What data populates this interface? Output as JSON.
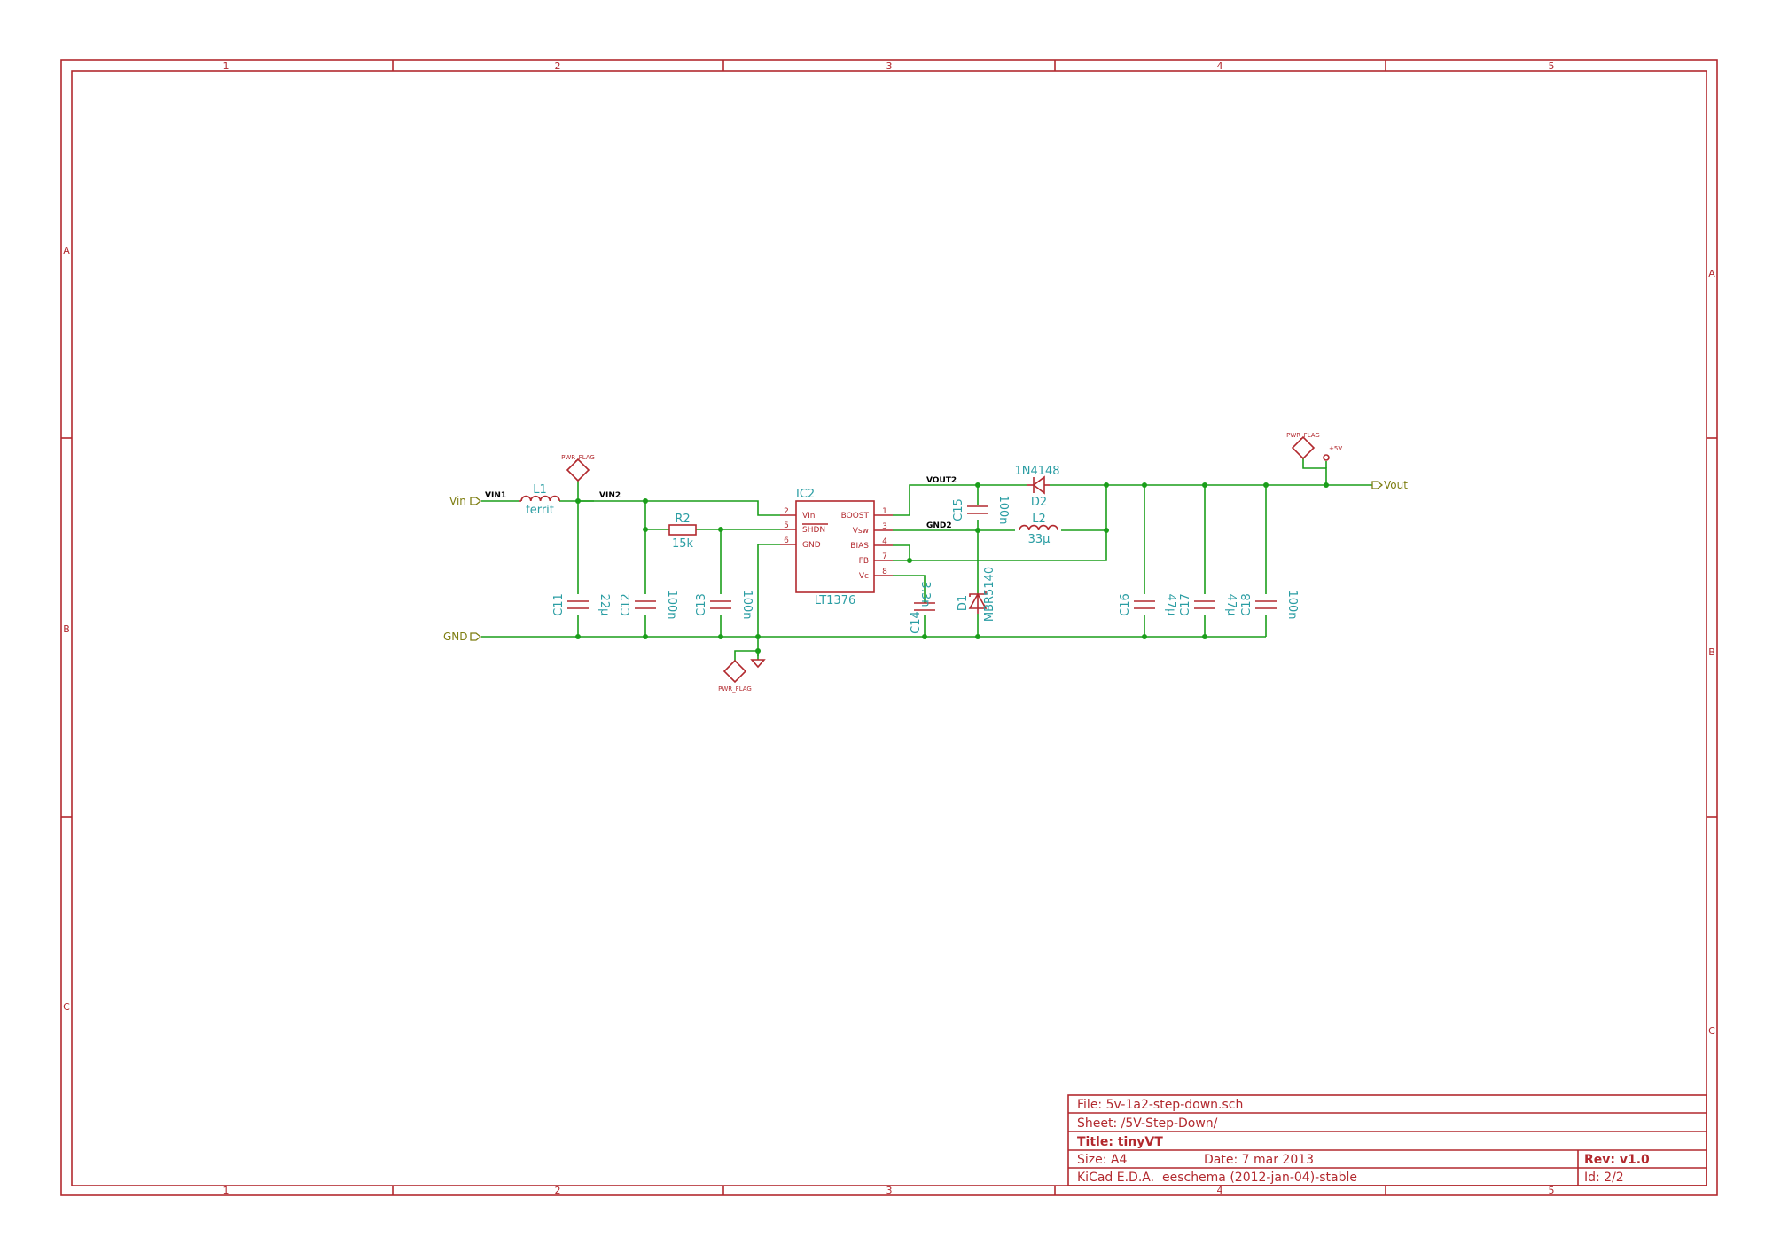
{
  "zones": {
    "cols": [
      "1",
      "2",
      "3",
      "4",
      "5"
    ],
    "rows": [
      "A",
      "B",
      "C"
    ]
  },
  "title_block": {
    "file": "File: 5v-1a2-step-down.sch",
    "sheet": "Sheet: /5V-Step-Down/",
    "title": "Title: tinyVT",
    "size": "Size: A4",
    "date": "Date: 7 mar 2013",
    "rev": "Rev: v1.0",
    "tool": "KiCad E.D.A.  eeschema (2012-jan-04)-stable",
    "id": "Id: 2/2"
  },
  "ports": {
    "vin": "Vin",
    "gnd": "GND",
    "vout": "Vout"
  },
  "nets": {
    "vin1": "VIN1",
    "vin2": "VIN2",
    "vout2": "VOUT2",
    "gnd2": "GND2"
  },
  "flags": {
    "pwr1": "PWR_FLAG",
    "pwr2": "PWR_FLAG",
    "pwr3": "PWR_FLAG",
    "plus5v": "+5V"
  },
  "components": {
    "L1": {
      "ref": "L1",
      "value": "ferrit"
    },
    "R2": {
      "ref": "R2",
      "value": "15k"
    },
    "IC2": {
      "ref": "IC2",
      "value": "LT1376",
      "pins_left": [
        {
          "num": "2",
          "name": "VIn"
        },
        {
          "num": "5",
          "name": "SHDN"
        },
        {
          "num": "6",
          "name": "GND"
        }
      ],
      "pins_right": [
        {
          "num": "1",
          "name": "BOOST"
        },
        {
          "num": "3",
          "name": "Vsw"
        },
        {
          "num": "4",
          "name": "BIAS"
        },
        {
          "num": "7",
          "name": "FB"
        },
        {
          "num": "8",
          "name": "Vc"
        }
      ]
    },
    "C11": {
      "ref": "C11",
      "value": "22µ"
    },
    "C12": {
      "ref": "C12",
      "value": "100n"
    },
    "C13": {
      "ref": "C13",
      "value": "100n"
    },
    "C14": {
      "ref": "C14",
      "value": "3.3n"
    },
    "C15": {
      "ref": "C15",
      "value": "100n"
    },
    "D1": {
      "ref": "D1",
      "value": "MBR5140"
    },
    "D2": {
      "ref": "D2",
      "value": "1N4148"
    },
    "L2": {
      "ref": "L2",
      "value": "33µ"
    },
    "C16": {
      "ref": "C16",
      "value": "47µ"
    },
    "C17": {
      "ref": "C17",
      "value": "47µ"
    },
    "C18": {
      "ref": "C18",
      "value": "100n"
    }
  }
}
